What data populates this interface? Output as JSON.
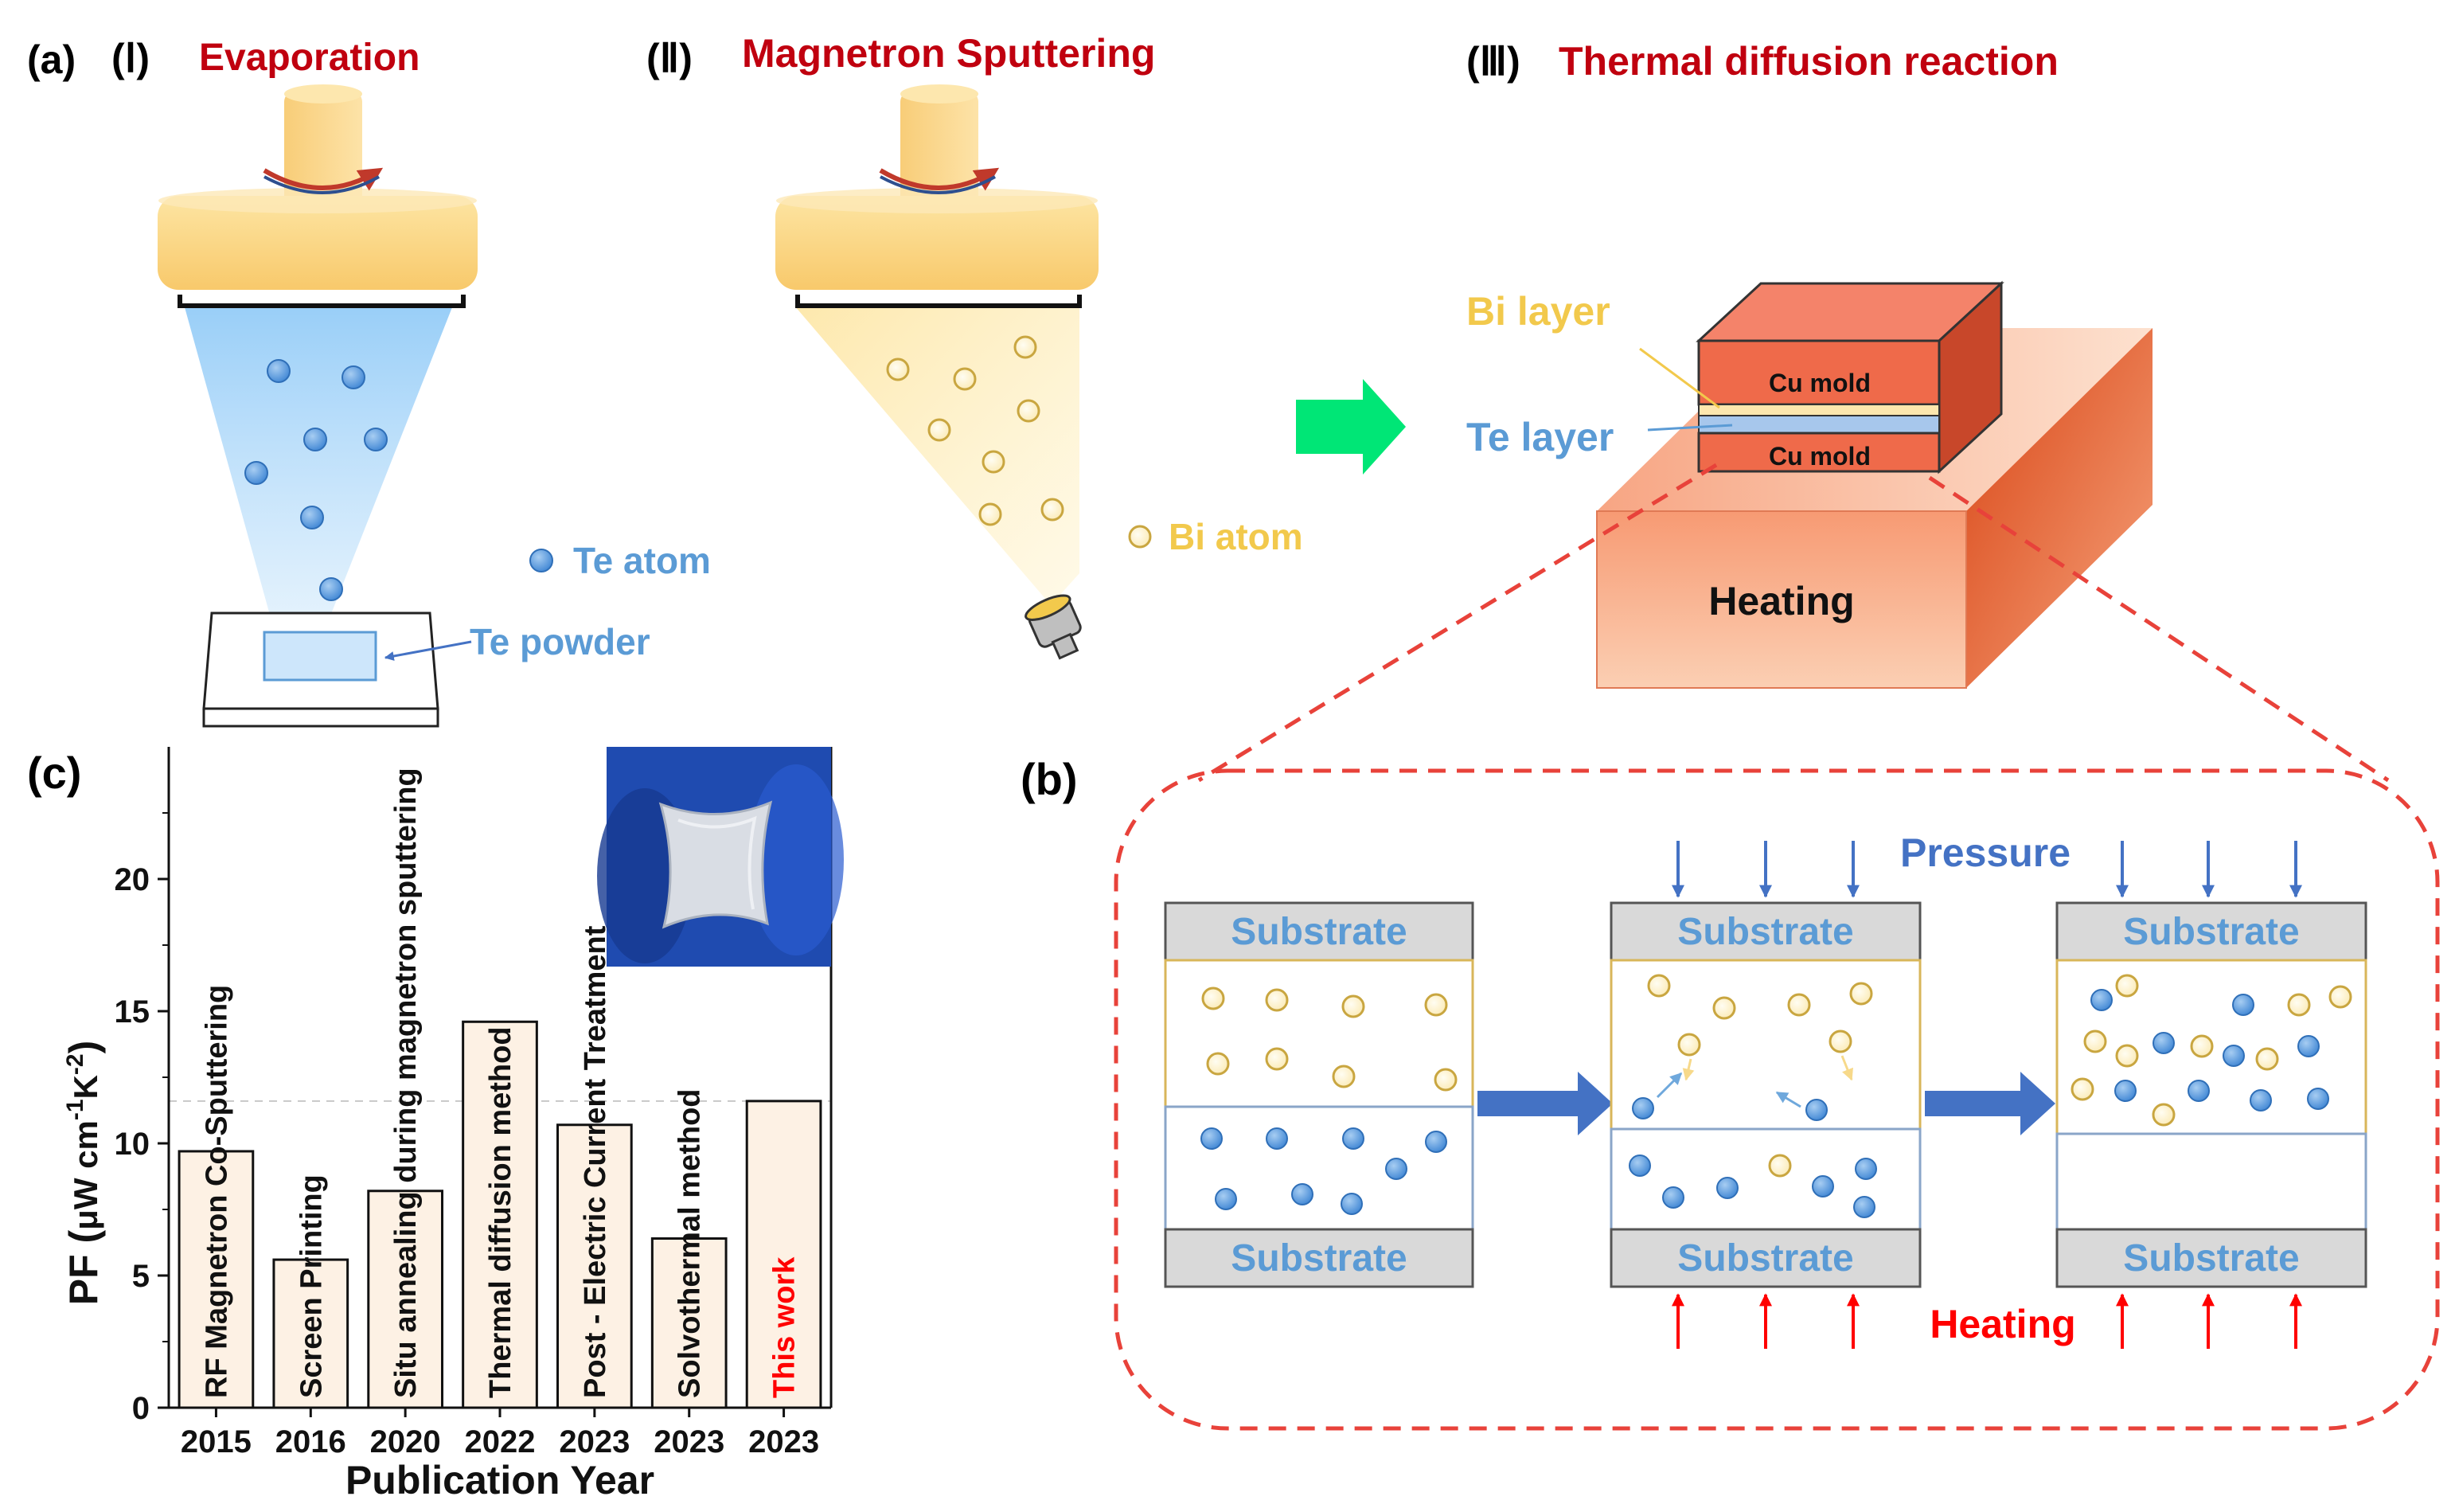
{
  "panel_a": {
    "label": "(a)",
    "step1": {
      "numeral": "(Ⅰ)",
      "title": "Evaporation"
    },
    "step2": {
      "numeral": "(Ⅱ)",
      "title": "Magnetron Sputtering"
    },
    "step3": {
      "numeral": "(Ⅲ)",
      "title": "Thermal diffusion reaction"
    },
    "te_atom_label": "Te atom",
    "te_powder_label": "Te powder",
    "bi_atom_label": "Bi atom",
    "bi_layer_label": "Bi layer",
    "te_layer_label": "Te layer",
    "cu_mold_top": "Cu mold",
    "cu_mold_bottom": "Cu mold",
    "heating_block_label": "Heating"
  },
  "panel_b": {
    "label": "(b)",
    "substrate_label": "Substrate",
    "pressure_label": "Pressure",
    "heating_label": "Heating"
  },
  "panel_c": {
    "label": "(c)"
  },
  "colors": {
    "title_red": "#c0000f",
    "te_blue": "#5b9bd5",
    "bi_yellow": "#f2c94c",
    "arrow_blue": "#4472c4",
    "dash_red": "#e8423a",
    "green_arrow": "#00e676"
  },
  "chart_data": {
    "type": "bar",
    "categories": [
      "2015",
      "2016",
      "2020",
      "2022",
      "2023",
      "2023",
      "2023"
    ],
    "bar_labels": [
      "RF Magnetron Co-Sputtering",
      "Screen Printing",
      "Situ annealing during magnetron sputtering",
      "Thermal diffusion method",
      "Post - Electric Current Treatment",
      "Solvothermal method",
      "This work"
    ],
    "values": [
      9.7,
      5.6,
      8.2,
      14.6,
      10.7,
      6.4,
      11.6
    ],
    "highlight_index": 6,
    "xlabel": "Publication Year",
    "ylabel_parts": [
      "PF (",
      "μW cm",
      "-1",
      "K",
      "-2",
      ")"
    ],
    "ylim": [
      0,
      25
    ],
    "yticks": [
      0,
      5,
      10,
      15,
      20
    ],
    "reference_line": 11.6,
    "bar_color": "#fdf1e4",
    "highlight_text_color": "#ff0000"
  }
}
